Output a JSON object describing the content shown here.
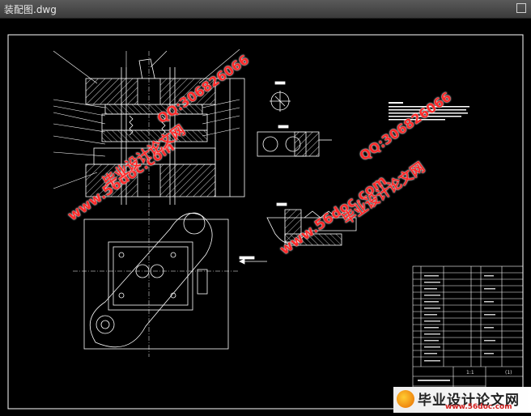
{
  "window": {
    "title": "装配图.dwg"
  },
  "watermarks": {
    "url": "www.56doc.com",
    "qq": "QQ:306826066",
    "site_cn": "毕业设计论文网"
  },
  "logo": {
    "name_cn": "毕业设计论文网",
    "url": "www.56doc.com"
  },
  "title_block": {
    "scale": "1:1",
    "sheet": "(1)"
  },
  "colors": {
    "canvas": "#000000",
    "lines": "#ffffff",
    "watermark": "#ff2a2a"
  }
}
